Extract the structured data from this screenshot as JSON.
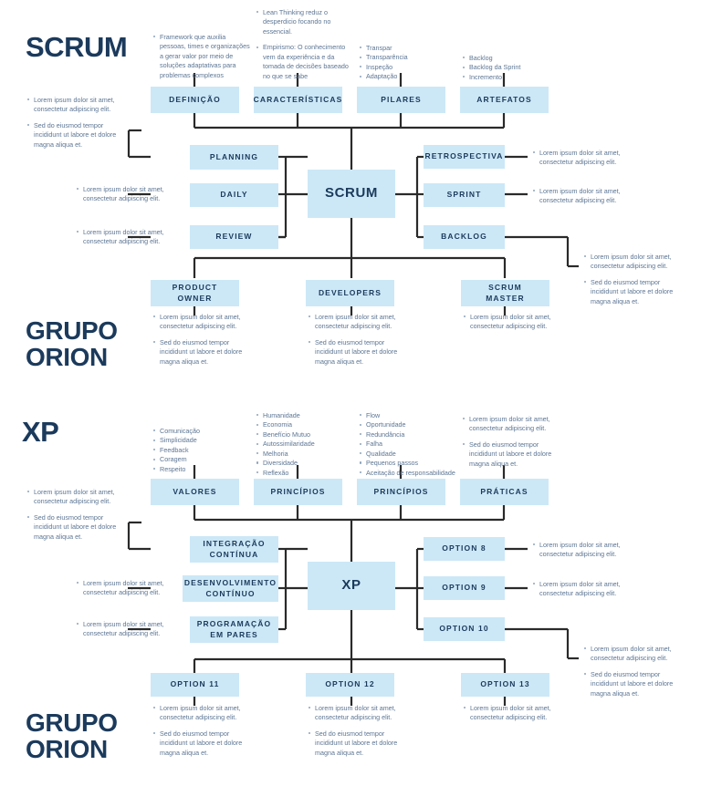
{
  "palette": {
    "node_fill": "#cce8f7",
    "ink": "#1b3a5c",
    "body_text": "#5d7694",
    "connector": "#2a2a2a",
    "background": "#ffffff"
  },
  "lorem": {
    "short": "Lorem ipsum dolor sit amet, consectetur adipiscing elit.",
    "long": "Sed do eiusmod tempor incididunt ut labore et dolore magna aliqua et."
  },
  "sections": [
    {
      "id": "scrum",
      "title": "SCRUM",
      "brand": "GRUPO\nORION",
      "hub": {
        "label": "SCRUM"
      },
      "top_row": [
        {
          "label": "DEFINIÇÃO",
          "bullets": [
            "Framework que auxilia pessoas, times e organizações a gerar valor por meio de soluções adaptativas para problemas complexos"
          ]
        },
        {
          "label": "CARACTERÍSTICAS",
          "bullets": [
            "Lean Thinking reduz o desperdicio focando no essencial.",
            "Empirismo: O conhecimento vem da experiência e da tomada de decisões baseado no que se sabe"
          ]
        },
        {
          "label": "PILARES",
          "bullets": [
            "Transpar",
            "Transparência",
            "Inspeção",
            "Adaptação"
          ]
        },
        {
          "label": "ARTEFATOS",
          "bullets": [
            "Backlog",
            "Backlog da Sprint",
            "Incremento"
          ]
        }
      ],
      "left_column": [
        {
          "label": "PLANNING",
          "bullets": []
        },
        {
          "label": "DAILY",
          "bullets": [
            "Lorem ipsum dolor sit amet, consectetur adipiscing elit."
          ]
        },
        {
          "label": "REVIEW",
          "bullets": [
            "Lorem ipsum dolor sit amet, consectetur adipiscing elit."
          ]
        }
      ],
      "left_top_bullets": [
        "Lorem ipsum dolor sit amet, consectetur adipiscing elit.",
        "Sed do eiusmod tempor incididunt ut labore et dolore magna aliqua et."
      ],
      "right_column": [
        {
          "label": "RETROSPECTIVA",
          "bullets": [
            "Lorem ipsum dolor sit amet, consectetur adipiscing elit."
          ]
        },
        {
          "label": "SPRINT",
          "bullets": [
            "Lorem ipsum dolor sit amet, consectetur adipiscing elit."
          ]
        },
        {
          "label": "BACKLOG",
          "bullets": []
        }
      ],
      "right_elbow_bullets": [
        "Lorem ipsum dolor sit amet, consectetur adipiscing elit.",
        "Sed do eiusmod tempor incididunt ut labore et dolore magna aliqua et."
      ],
      "bottom_row": [
        {
          "label": "PRODUCT\nOWNER",
          "bullets": [
            "Lorem ipsum dolor sit amet, consectetur adipiscing elit.",
            "Sed do eiusmod tempor incididunt ut labore et dolore magna aliqua et."
          ]
        },
        {
          "label": "DEVELOPERS",
          "bullets": [
            "Lorem ipsum dolor sit amet, consectetur adipiscing elit.",
            "Sed do eiusmod tempor incididunt ut labore et dolore magna aliqua et."
          ]
        },
        {
          "label": "SCRUM\nMASTER",
          "bullets": [
            "Lorem ipsum dolor sit amet, consectetur adipiscing elit."
          ]
        }
      ]
    },
    {
      "id": "xp",
      "title": "XP",
      "brand": "GRUPO\nORION",
      "hub": {
        "label": "XP"
      },
      "top_row": [
        {
          "label": "VALORES",
          "bullets": [
            "Comunicação",
            "Simplicidade",
            "Feedback",
            "Coragem",
            "Respeito"
          ]
        },
        {
          "label": "PRINCÍPIOS",
          "bullets": [
            "Humanidade",
            "Economia",
            "Benefício Mutuo",
            "Autossimilaridade",
            "Melhoria",
            "Diversidade",
            "Reflexão"
          ]
        },
        {
          "label": "PRINCÍPIOS",
          "bullets": [
            "Flow",
            "Oportunidade",
            "Redundância",
            "Falha",
            "Qualidade",
            "Pequenos passos",
            "Aceitação de responsabilidade"
          ]
        },
        {
          "label": "PRÁTICAS",
          "bullets": [
            "Lorem ipsum dolor sit amet, consectetur adipiscing elit.",
            "Sed do eiusmod tempor incididunt ut labore et dolore magna aliqua et."
          ]
        }
      ],
      "left_column": [
        {
          "label": "INTEGRAÇÃO\nCONTÍNUA",
          "bullets": []
        },
        {
          "label": "DESENVOLVIMENTO\nCONTÍNUO",
          "bullets": [
            "Lorem ipsum dolor sit amet, consectetur adipiscing elit."
          ]
        },
        {
          "label": "PROGRAMAÇÃO\nEM PARES",
          "bullets": [
            "Lorem ipsum dolor sit amet, consectetur adipiscing elit."
          ]
        }
      ],
      "left_top_bullets": [
        "Lorem ipsum dolor sit amet, consectetur adipiscing elit.",
        "Sed do eiusmod tempor incididunt ut labore et dolore magna aliqua et."
      ],
      "right_column": [
        {
          "label": "OPTION 8",
          "bullets": [
            "Lorem ipsum dolor sit amet, consectetur adipiscing elit."
          ]
        },
        {
          "label": "OPTION 9",
          "bullets": [
            "Lorem ipsum dolor sit amet, consectetur adipiscing elit."
          ]
        },
        {
          "label": "OPTION 10",
          "bullets": []
        }
      ],
      "right_elbow_bullets": [
        "Lorem ipsum dolor sit amet, consectetur adipiscing elit.",
        "Sed do eiusmod tempor incididunt ut labore et dolore magna aliqua et."
      ],
      "bottom_row": [
        {
          "label": "OPTION 11",
          "bullets": [
            "Lorem ipsum dolor sit amet, consectetur adipiscing elit.",
            "Sed do eiusmod tempor incididunt ut labore et dolore magna aliqua et."
          ]
        },
        {
          "label": "OPTION 12",
          "bullets": [
            "Lorem ipsum dolor sit amet, consectetur adipiscing elit.",
            "Sed do eiusmod tempor incididunt ut labore et dolore magna aliqua et."
          ]
        },
        {
          "label": "OPTION 13",
          "bullets": [
            "Lorem ipsum dolor sit amet, consectetur adipiscing elit."
          ]
        }
      ]
    }
  ]
}
